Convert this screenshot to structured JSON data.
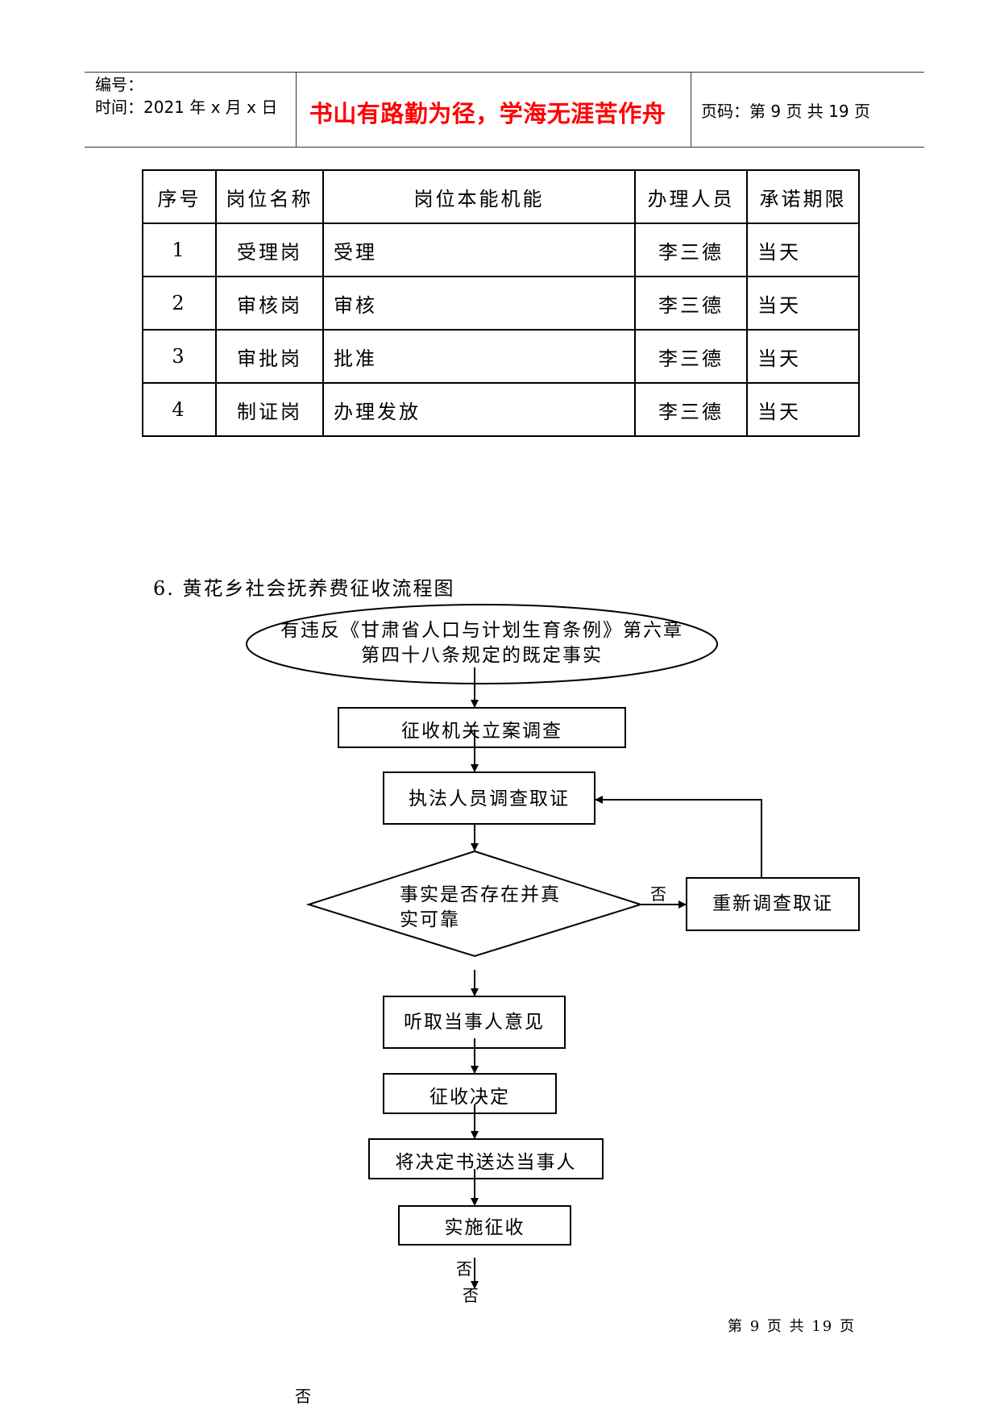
{
  "header": {
    "number_label": "编号：",
    "time_label": "时间：2021 年 x 月 x 日",
    "motto": "书山有路勤为径，学海无涯苦作舟",
    "motto_color": "#ff0000",
    "page_label": "页码：第 9 页  共 19 页"
  },
  "table": {
    "columns": [
      "序号",
      "岗位名称",
      "岗位本能机能",
      "办理人员",
      "承诺期限"
    ],
    "rows": [
      [
        "1",
        "受理岗",
        "受理",
        "李三德",
        "当天"
      ],
      [
        "2",
        "审核岗",
        "审核",
        "李三德",
        "当天"
      ],
      [
        "3",
        "审批岗",
        "批准",
        "李三德",
        "当天"
      ],
      [
        "4",
        "制证岗",
        "办理发放",
        "李三德",
        "当天"
      ]
    ]
  },
  "flowchart": {
    "title": "6. 黄花乡社会抚养费征收流程图",
    "start_line1": "有违反《甘肃省人口与计划生育条例》第六章",
    "start_line2": "第四十八条规定的既定事实",
    "step_filing": "征收机关立案调查",
    "step_evidence": "执法人员调查取证",
    "decision_line1": "事实是否存在并真",
    "decision_line2": "实可靠",
    "decision_no": "否",
    "step_reinvestigate": "重新调查取证",
    "step_hearing": "听取当事人意见",
    "step_decision": "征收决定",
    "step_deliver": "将决定书送达当事人",
    "step_collect": "实施征收",
    "stray_no_1": "否",
    "stray_no_2": "否",
    "stray_no_3": "否"
  },
  "footer": {
    "page": "第 9 页 共 19 页"
  }
}
